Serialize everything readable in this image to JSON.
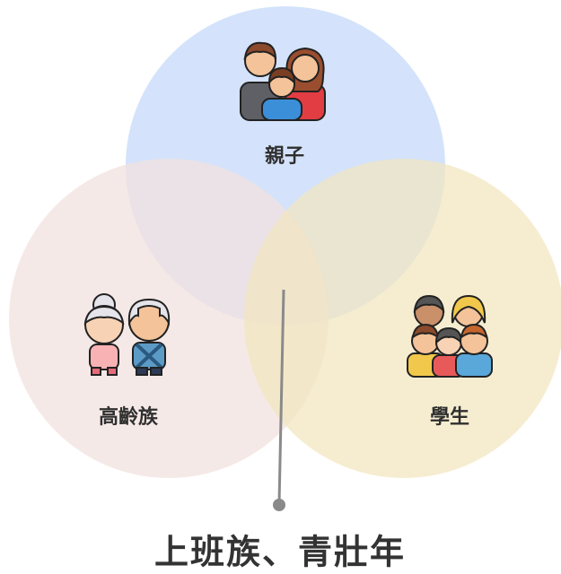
{
  "venn": {
    "sets": [
      {
        "key": "family",
        "label": "親子",
        "color": "#cfe0fb",
        "icon": "family-icon"
      },
      {
        "key": "elderly",
        "label": "高齡族",
        "color": "#f3e4e2",
        "icon": "elderly-couple-icon"
      },
      {
        "key": "students",
        "label": "學生",
        "color": "#f3e9c6",
        "icon": "student-group-icon"
      }
    ],
    "center_label": "上班族、青壯年",
    "pointer_color": "#8a8a8a"
  }
}
